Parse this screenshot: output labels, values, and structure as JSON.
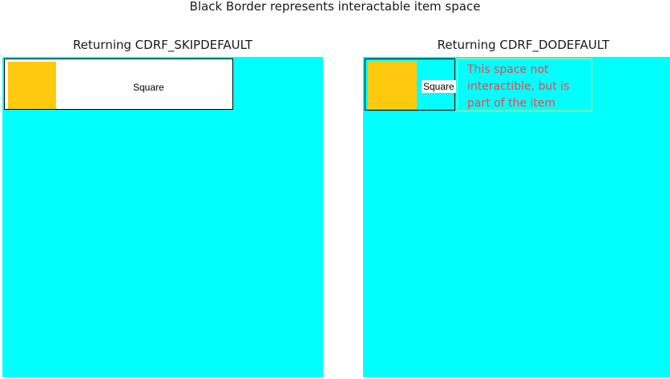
{
  "header": {
    "title": "Black Border represents interactable item space"
  },
  "left_panel": {
    "label": "Returning CDRF_SKIPDEFAULT",
    "item": {
      "text": "Square"
    }
  },
  "right_panel": {
    "label": "Returning CDRF_DODEFAULT",
    "item": {
      "text": "Square"
    },
    "note": "This space not interactible, but is part of the item"
  },
  "colors": {
    "panel_background": "#00ffff",
    "swatch": "#ffc90e",
    "note_text": "#ff4040",
    "note_border": "#d8e264",
    "item_border": "#000000"
  }
}
